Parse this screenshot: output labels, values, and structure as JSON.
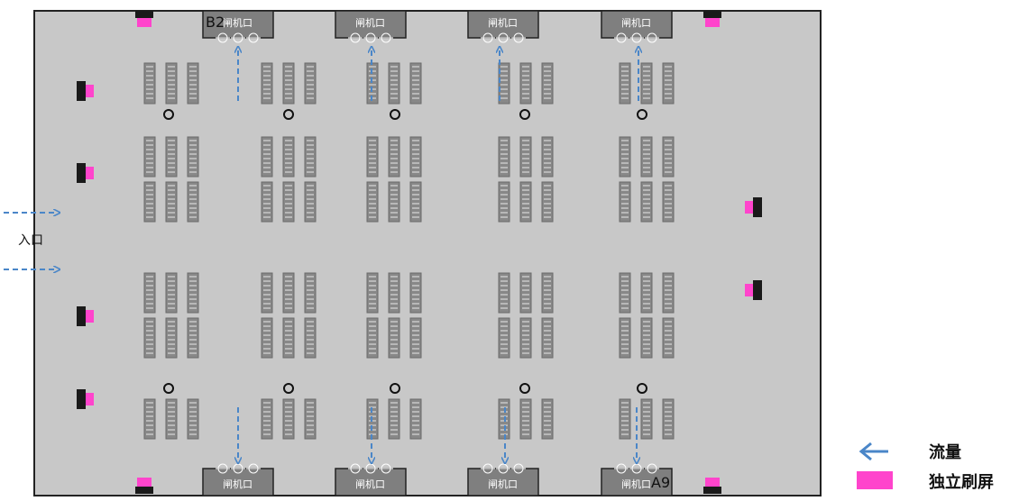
{
  "floor": {
    "entrance_label": "入口",
    "top_gates": [
      {
        "label": "闸机口",
        "code": "B2"
      },
      {
        "label": "闸机口",
        "code": ""
      },
      {
        "label": "闸机口",
        "code": ""
      },
      {
        "label": "闸机口",
        "code": ""
      }
    ],
    "bottom_gates": [
      {
        "label": "闸机口",
        "code": ""
      },
      {
        "label": "闸机口",
        "code": ""
      },
      {
        "label": "闸机口",
        "code": ""
      },
      {
        "label": "闸机口",
        "code": "A9"
      }
    ]
  },
  "legend": {
    "flow_label": "流量",
    "kiosk_label": "独立刷屏"
  },
  "colors": {
    "floor": "#c8c8c8",
    "outline": "#222222",
    "gate": "#7f7f7f",
    "flow_arrow": "#4a86c8",
    "kiosk": "#ff44cc",
    "kiosk_dark": "#1a1a1a",
    "seat": "#888888"
  }
}
